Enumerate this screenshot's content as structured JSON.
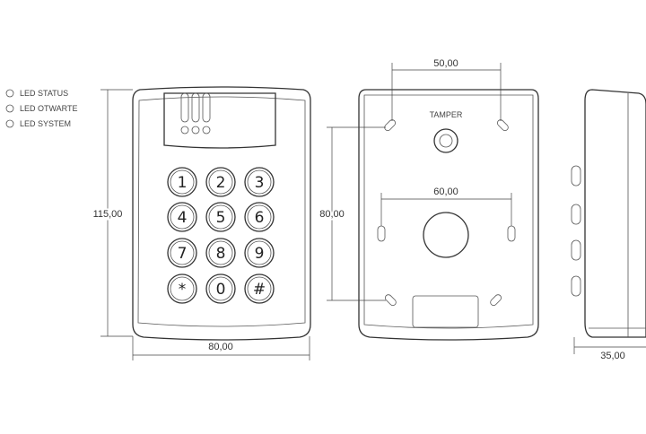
{
  "legend": [
    {
      "label": "LED STATUS"
    },
    {
      "label": "LED OTWARTE"
    },
    {
      "label": "LED SYSTEM"
    }
  ],
  "keypad": [
    "1",
    "2",
    "3",
    "4",
    "5",
    "6",
    "7",
    "8",
    "9",
    "*",
    "0",
    "#"
  ],
  "dimensions": {
    "front_height": "115,00",
    "front_width": "80,00",
    "holes_vertical": "80,00",
    "holes_top": "50,00",
    "holes_middle": "60,00",
    "depth": "35,00"
  },
  "back": {
    "tamper_label": "TAMPER"
  }
}
